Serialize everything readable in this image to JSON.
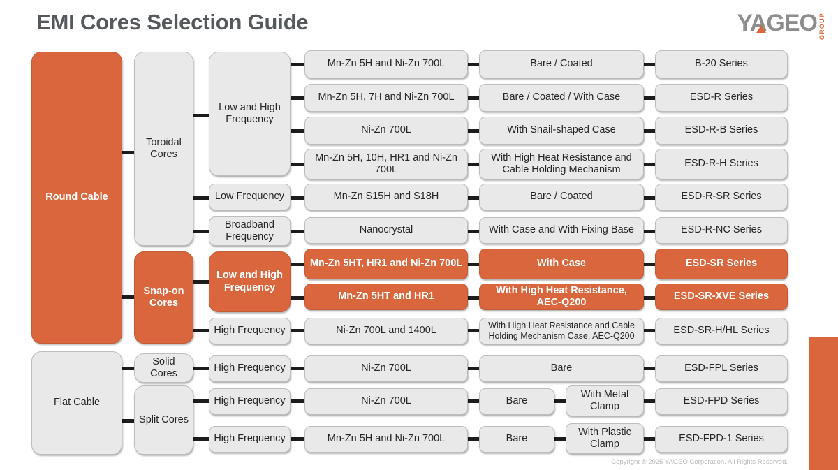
{
  "header": {
    "title": "EMI Cores Selection Guide",
    "logo_word": "YAGEO",
    "logo_sub": "GROUP"
  },
  "footer": {
    "copyright": "Copyright ® 2025 YAGEO Corporation. All Rights Reserved."
  },
  "colors": {
    "accent_orange": "#d9663c",
    "box_gray": "#e9e9e9",
    "box_border": "#bdbdbd",
    "title_gray": "#55595c",
    "connector": "#1d1d1d"
  },
  "cable_types": {
    "round": "Round Cable",
    "flat": "Flat Cable"
  },
  "core_types": {
    "toroidal": "Toroidal Cores",
    "snap_on": "Snap-on Cores",
    "solid": "Solid Cores",
    "split": "Split Cores"
  },
  "frequencies": {
    "toroidal_low_high": "Low and High Frequency",
    "toroidal_low": "Low Frequency",
    "toroidal_broadband": "Broadband Frequency",
    "snapon_low_high": "Low and High Frequency",
    "snapon_high": "High Frequency",
    "flat_solid_high": "High Frequency",
    "flat_split_high_1": "High Frequency",
    "flat_split_high_2": "High Frequency"
  },
  "rows": [
    {
      "material": "Mn-Zn 5H and Ni-Zn 700L",
      "construction": "Bare / Coated",
      "series": "B-20 Series",
      "highlight": false
    },
    {
      "material": "Mn-Zn 5H, 7H and Ni-Zn 700L",
      "construction": "Bare / Coated / With Case",
      "series": "ESD-R Series",
      "highlight": false
    },
    {
      "material": "Ni-Zn 700L",
      "construction": "With Snail-shaped Case",
      "series": "ESD-R-B Series",
      "highlight": false
    },
    {
      "material": "Mn-Zn 5H, 10H, HR1 and Ni-Zn 700L",
      "construction": "With High Heat Resistance and Cable Holding Mechanism",
      "series": "ESD-R-H Series",
      "highlight": false
    },
    {
      "material": "Mn-Zn S15H and S18H",
      "construction": "Bare / Coated",
      "series": "ESD-R-SR Series",
      "highlight": false
    },
    {
      "material": "Nanocrystal",
      "construction": "With Case and With Fixing Base",
      "series": "ESD-R-NC Series",
      "highlight": false
    },
    {
      "material": "Mn-Zn 5HT, HR1 and Ni-Zn 700L",
      "construction": "With Case",
      "series": "ESD-SR Series",
      "highlight": true
    },
    {
      "material": "Mn-Zn 5HT and HR1",
      "construction": "With High Heat Resistance, AEC-Q200",
      "series": "ESD-SR-XVE Series",
      "highlight": true
    },
    {
      "material": "Ni-Zn 700L and 1400L",
      "construction": "With High Heat Resistance and Cable Holding Mechanism Case, AEC-Q200",
      "series": "ESD-SR-H/HL Series",
      "highlight": false
    },
    {
      "material": "Ni-Zn 700L",
      "construction": "Bare",
      "clamp": null,
      "series": "ESD-FPL Series",
      "highlight": false
    },
    {
      "material": "Ni-Zn 700L",
      "construction": "Bare",
      "clamp": "With Metal Clamp",
      "series": "ESD-FPD Series",
      "highlight": false
    },
    {
      "material": "Mn-Zn 5H and Ni-Zn 700L",
      "construction": "Bare",
      "clamp": "With Plastic Clamp",
      "series": "ESD-FPD-1 Series",
      "highlight": false
    }
  ]
}
